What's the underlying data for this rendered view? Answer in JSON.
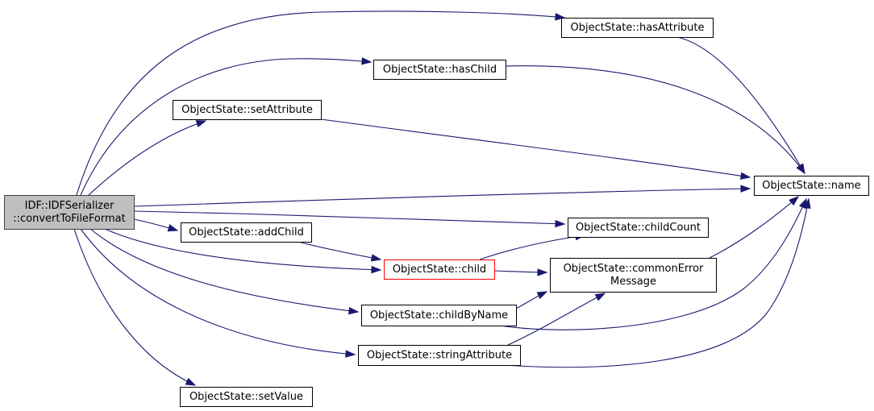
{
  "colors": {
    "edge": "#191970",
    "node_border": "#000000",
    "node_fill": "#ffffff",
    "root_fill": "#bfbfbf",
    "root_border": "#404040",
    "highlight_border": "#ff0000"
  },
  "nodes": [
    {
      "id": "root",
      "lines": [
        "IDF::IDFSerializer",
        "::convertToFileFormat"
      ],
      "style": "root"
    },
    {
      "id": "hasAttribute",
      "lines": [
        "ObjectState::hasAttribute"
      ],
      "style": "normal"
    },
    {
      "id": "hasChild",
      "lines": [
        "ObjectState::hasChild"
      ],
      "style": "normal"
    },
    {
      "id": "setAttribute",
      "lines": [
        "ObjectState::setAttribute"
      ],
      "style": "normal"
    },
    {
      "id": "name",
      "lines": [
        "ObjectState::name"
      ],
      "style": "normal"
    },
    {
      "id": "childCount",
      "lines": [
        "ObjectState::childCount"
      ],
      "style": "normal"
    },
    {
      "id": "addChild",
      "lines": [
        "ObjectState::addChild"
      ],
      "style": "normal"
    },
    {
      "id": "child",
      "lines": [
        "ObjectState::child"
      ],
      "style": "highlight"
    },
    {
      "id": "commonErrorMessage",
      "lines": [
        "ObjectState::commonError",
        "Message"
      ],
      "style": "normal"
    },
    {
      "id": "childByName",
      "lines": [
        "ObjectState::childByName"
      ],
      "style": "normal"
    },
    {
      "id": "stringAttribute",
      "lines": [
        "ObjectState::stringAttribute"
      ],
      "style": "normal"
    },
    {
      "id": "setValue",
      "lines": [
        "ObjectState::setValue"
      ],
      "style": "normal"
    }
  ],
  "edges": [
    {
      "from": "root",
      "to": "hasAttribute"
    },
    {
      "from": "root",
      "to": "hasChild"
    },
    {
      "from": "root",
      "to": "setAttribute"
    },
    {
      "from": "root",
      "to": "name"
    },
    {
      "from": "root",
      "to": "childCount"
    },
    {
      "from": "root",
      "to": "addChild"
    },
    {
      "from": "root",
      "to": "child"
    },
    {
      "from": "root",
      "to": "childByName"
    },
    {
      "from": "root",
      "to": "stringAttribute"
    },
    {
      "from": "root",
      "to": "setValue"
    },
    {
      "from": "hasAttribute",
      "to": "name"
    },
    {
      "from": "hasChild",
      "to": "name"
    },
    {
      "from": "setAttribute",
      "to": "name"
    },
    {
      "from": "addChild",
      "to": "child"
    },
    {
      "from": "child",
      "to": "childCount"
    },
    {
      "from": "child",
      "to": "commonErrorMessage"
    },
    {
      "from": "commonErrorMessage",
      "to": "name"
    },
    {
      "from": "childByName",
      "to": "commonErrorMessage"
    },
    {
      "from": "childByName",
      "to": "name"
    },
    {
      "from": "stringAttribute",
      "to": "commonErrorMessage"
    },
    {
      "from": "stringAttribute",
      "to": "name"
    }
  ]
}
